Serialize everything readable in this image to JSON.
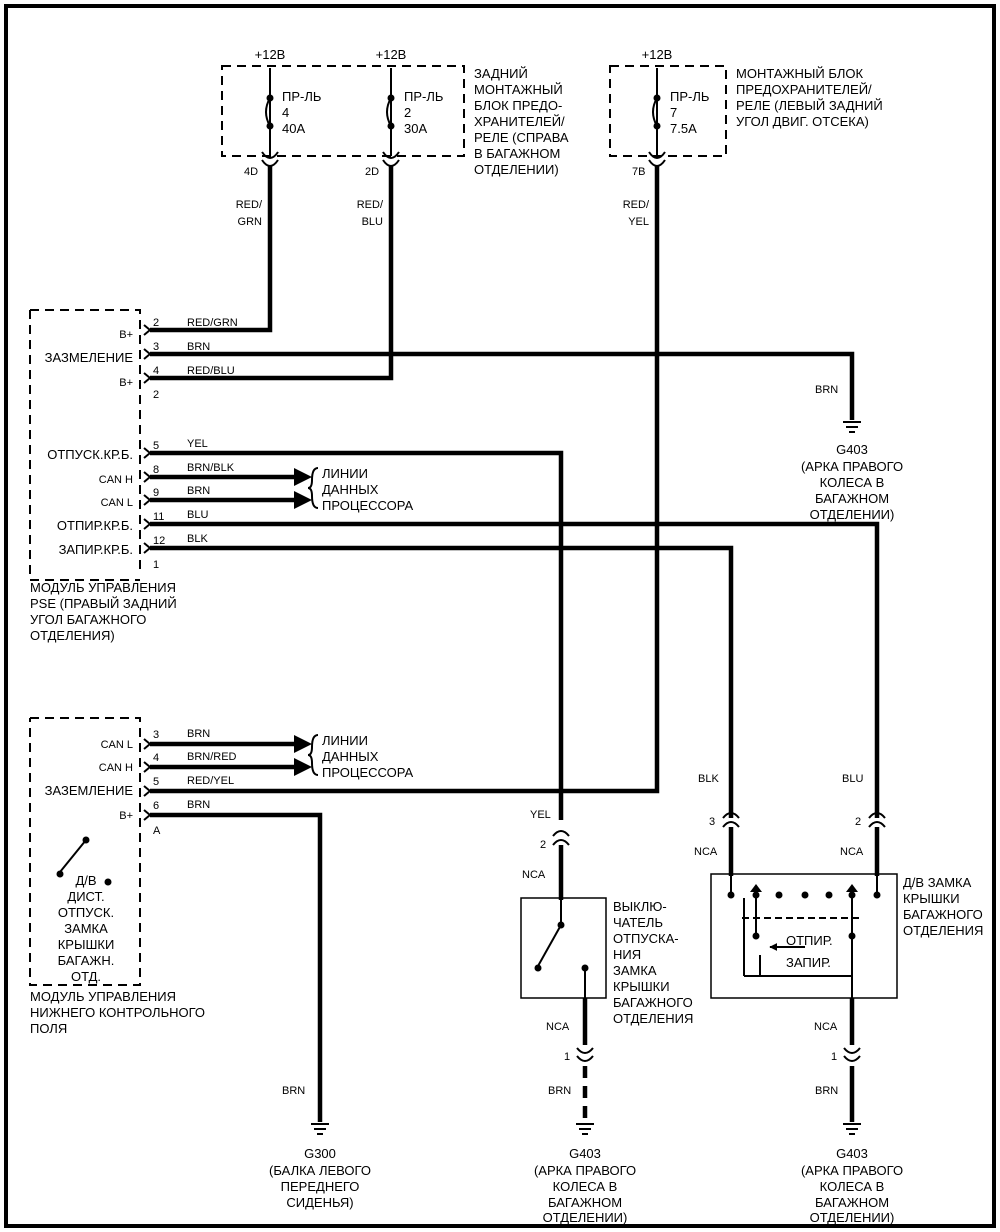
{
  "supply": {
    "v1": "+12В",
    "v2": "+12В",
    "v3": "+12В",
    "f4_label": "ПР-ЛЬ",
    "f4_num": "4",
    "f4_amp": "40A",
    "f2_label": "ПР-ЛЬ",
    "f2_num": "2",
    "f2_amp": "30A",
    "f7_label": "ПР-ЛЬ",
    "f7_num": "7",
    "f7_amp": "7.5A",
    "pin_4d": "4D",
    "pin_2d": "2D",
    "pin_7b": "7B",
    "rear_box": [
      "ЗАДНИЙ",
      "МОНТАЖНЫЙ",
      "БЛОК ПРЕДО-",
      "ХРАНИТЕЛЕЙ/",
      "РЕЛЕ (СПРАВА",
      "В БАГАЖНОМ",
      "ОТДЕЛЕНИИ)"
    ],
    "left_box": [
      "МОНТАЖНЫЙ БЛОК",
      "ПРЕДОХРАНИТЕЛЕЙ/",
      "РЕЛЕ (ЛЕВЫЙ ЗАДНИЙ",
      "УГОЛ ДВИГ. ОТСЕКА)"
    ]
  },
  "wires": {
    "red_grn_a": "RED/",
    "red_grn_b": "GRN",
    "red_blu_a": "RED/",
    "red_blu_b": "BLU",
    "red_yel_a": "RED/",
    "red_yel_b": "YEL",
    "brn": "BRN",
    "yel": "YEL",
    "blk": "BLK",
    "blu": "BLU",
    "nca": "NCA"
  },
  "pse": {
    "rows": [
      {
        "pin": "2",
        "label": "B+",
        "wire": "RED/GRN"
      },
      {
        "pin": "3",
        "label": "ЗАЗМЕЛЕНИЕ",
        "wire": "BRN"
      },
      {
        "pin": "4",
        "label": "B+",
        "wire": "RED/BLU"
      },
      {
        "pin": "5",
        "label": "ОТПУСК.КР.Б.",
        "wire": "YEL"
      },
      {
        "pin": "8",
        "label": "CAN H",
        "wire": "BRN/BLK"
      },
      {
        "pin": "9",
        "label": "CAN L",
        "wire": "BRN"
      },
      {
        "pin": "11",
        "label": "ОТПИР.КР.Б.",
        "wire": "BLU"
      },
      {
        "pin": "12",
        "label": "ЗАПИР.КР.Б.",
        "wire": "BLK"
      }
    ],
    "sheet_a": "2",
    "sheet_b": "1",
    "caption": [
      "МОДУЛЬ УПРАВЛЕНИЯ",
      "PSE (ПРАВЫЙ ЗАДНИЙ",
      "УГОЛ БАГАЖНОГО",
      "ОТДЕЛЕНИЯ)"
    ]
  },
  "data_lines": [
    "ЛИНИИ",
    "ДАННЫХ",
    "ПРОЦЕССОРА"
  ],
  "lower": {
    "rows": [
      {
        "pin": "3",
        "label": "CAN L",
        "wire": "BRN"
      },
      {
        "pin": "4",
        "label": "CAN H",
        "wire": "BRN/RED"
      },
      {
        "pin": "5",
        "label": "ЗАЗЕМЛЕНИЕ",
        "wire": "RED/YEL"
      },
      {
        "pin": "6",
        "label": "B+",
        "wire": "BRN"
      }
    ],
    "sheet": "A",
    "switch_text": [
      "Д/В",
      "ДИСТ.",
      "ОТПУСК.",
      "ЗАМКА",
      "КРЫШКИ",
      "БАГАЖН.",
      "ОТД."
    ],
    "caption": [
      "МОДУЛЬ УПРАВЛЕНИЯ",
      "НИЖНЕГО КОНТРОЛЬНОГО",
      "ПОЛЯ"
    ]
  },
  "release_switch": {
    "pin_top": "2",
    "pin_bottom": "1",
    "text": [
      "ВЫКЛЮ-",
      "ЧАТЕЛЬ",
      "ОТПУСКА-",
      "НИЯ",
      "ЗАМКА",
      "КРЫШКИ",
      "БАГАЖНОГО",
      "ОТДЕЛЕНИЯ"
    ]
  },
  "lock_motor": {
    "pin_blk": "3",
    "pin_blu": "2",
    "pin_bottom": "1",
    "unlock": "ОТПИР.",
    "lock": "ЗАПИР.",
    "text": [
      "Д/В ЗАМКА",
      "КРЫШКИ",
      "БАГАЖНОГО",
      "ОТДЕЛЕНИЯ"
    ]
  },
  "grounds": {
    "g403": "G403",
    "g300": "G300",
    "g403_desc": [
      "(АРКА ПРАВОГО",
      "КОЛЕСА В",
      "БАГАЖНОМ",
      "ОТДЕЛЕНИИ)"
    ],
    "g300_desc": [
      "(БАЛКА ЛЕВОГО",
      "ПЕРЕДНЕГО",
      "СИДЕНЬЯ)"
    ]
  }
}
